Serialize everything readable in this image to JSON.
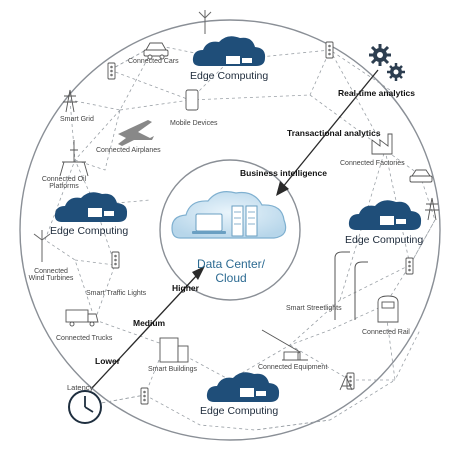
{
  "center": {
    "line1": "Data Center/",
    "line2": "Cloud"
  },
  "edge_nodes": [
    "Edge Computing",
    "Edge Computing",
    "Edge Computing",
    "Edge Computing"
  ],
  "analytics": {
    "realtime": "Real-time analytics",
    "transactional": "Transactional analytics",
    "bi": "Business intelligence"
  },
  "latency": {
    "title": "Latency",
    "levels": [
      "Lower",
      "Medium",
      "Higher"
    ]
  },
  "devices": {
    "cars": "Connected Cars",
    "smart_grid": "Smart Grid",
    "mobile": "Mobile Devices",
    "airplanes": "Connected Airplanes",
    "oil": "Connected Oil Platforms",
    "factories": "Connected Factories",
    "wind": "Connected Wind Turbines",
    "traffic": "Smart Traffic Lights",
    "trucks": "Connected Trucks",
    "streetlights": "Smart Streetlights",
    "rail": "Connected Rail",
    "equipment": "Connected Equipment",
    "buildings": "Smart Buildings"
  },
  "colors": {
    "cloud": "#1f4e79",
    "center": "#5b9ac4",
    "ring": "#8a8f96"
  }
}
